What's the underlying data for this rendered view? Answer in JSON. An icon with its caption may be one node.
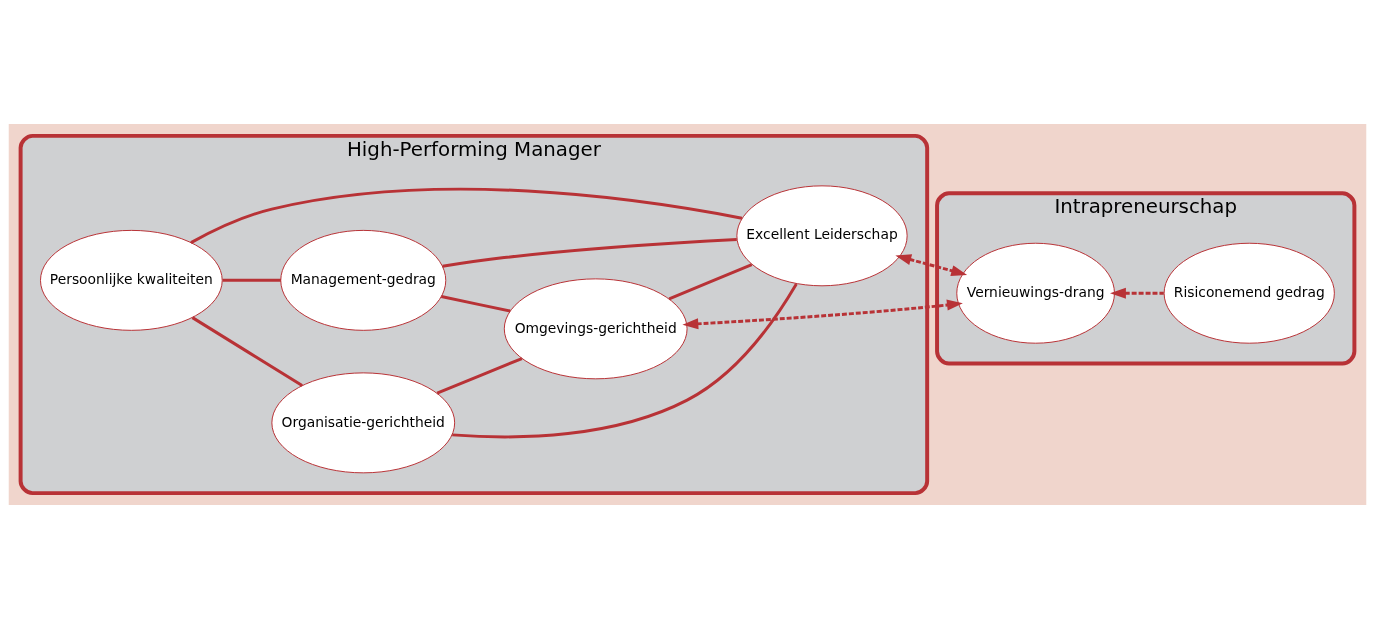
{
  "diagram": {
    "nodes": [
      {
        "text": [
          "High-Performing Manager"
        ]
      },
      {
        "text": [
          "Persoonlijke kwaliteiten"
        ],
        "in": 0
      },
      {
        "text": [
          "Management-gedrag"
        ],
        "in": 0
      },
      {
        "text": [
          "Excellent Leiderschap"
        ],
        "in": 0
      },
      {
        "text": [
          "Organisatie-gerichtheid"
        ],
        "in": 0
      },
      {
        "text": [
          "Omgevings-gerichtheid"
        ],
        "in": 0
      },
      {
        "text": [
          "Intrapreneurschap"
        ]
      },
      {
        "text": [
          "Vernieuwings-drang"
        ],
        "in": 6
      },
      {
        "text": [
          "Risiconemend gedrag"
        ],
        "in": 6
      }
    ],
    "edges": [
      {
        "from": 1,
        "to": 2,
        "arrow": "none"
      },
      {
        "from": 1,
        "to": 4,
        "arrow": "none"
      },
      {
        "from": 2,
        "to": 5,
        "arrow": "none"
      },
      {
        "from": 4,
        "to": 5,
        "arrow": "none"
      },
      {
        "from": 1,
        "to": 3,
        "arrow": "none"
      },
      {
        "from": 2,
        "to": 3,
        "arrow": "none"
      },
      {
        "from": 4,
        "to": 3,
        "arrow": "none"
      },
      {
        "from": 5,
        "to": 3,
        "arrow": "none"
      },
      {
        "from": 3,
        "to": 7,
        "arrow": "both",
        "style": "dashed"
      },
      {
        "from": 5,
        "to": 7,
        "arrow": "both",
        "style": "dashed"
      },
      {
        "from": 8,
        "to": 7,
        "arrow": "to",
        "style": "dashed"
      }
    ]
  }
}
